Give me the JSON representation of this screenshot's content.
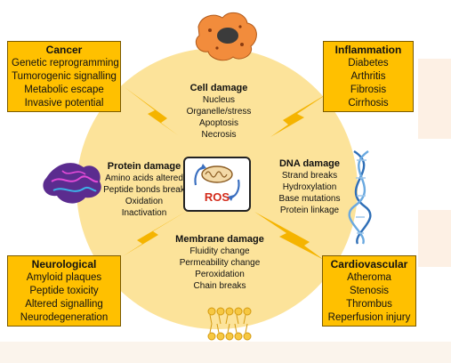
{
  "center": {
    "label": "ROS"
  },
  "cell_damage": {
    "title": "Cell damage",
    "items": [
      "Nucleus",
      "Organelle/stress",
      "Apoptosis",
      "Necrosis"
    ]
  },
  "protein_damage": {
    "title": "Protein damage",
    "items": [
      "Amino acids altered",
      "Peptide bonds break",
      "Oxidation",
      "Inactivation"
    ]
  },
  "dna_damage": {
    "title": "DNA damage",
    "items": [
      "Strand breaks",
      "Hydroxylation",
      "Base mutations",
      "Protein linkage"
    ]
  },
  "membrane_damage": {
    "title": "Membrane damage",
    "items": [
      "Fluidity change",
      "Permeability change",
      "Peroxidation",
      "Chain breaks"
    ]
  },
  "cancer": {
    "title": "Cancer",
    "items": [
      "Genetic reprogramming",
      "Tumorogenic signalling",
      "Metabolic escape",
      "Invasive potential"
    ]
  },
  "inflammation": {
    "title": "Inflammation",
    "items": [
      "Diabetes",
      "Arthritis",
      "Fibrosis",
      "Cirrhosis"
    ]
  },
  "neurological": {
    "title": "Neurological",
    "items": [
      "Amyloid plaques",
      "Peptide toxicity",
      "Altered signalling",
      "Neurodegeneration"
    ]
  },
  "cardiovascular": {
    "title": "Cardiovascular",
    "items": [
      "Atheroma",
      "Stenosis",
      "Thrombus",
      "Reperfusion injury"
    ]
  },
  "colors": {
    "circle": "#FCE39A",
    "box": "#FFC000",
    "bolt": "#F5B400",
    "ros_text": "#D32A1A"
  },
  "icons": [
    "cell-icon",
    "protein-icon",
    "dna-icon",
    "lipid-icon",
    "mitochondrion-icon",
    "cycle-arrows-icon"
  ]
}
